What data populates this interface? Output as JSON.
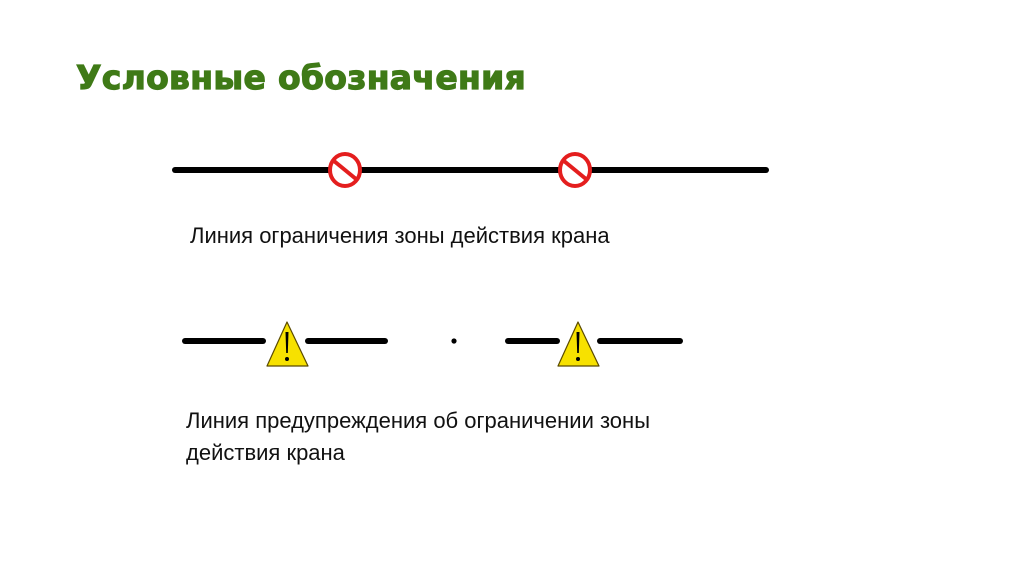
{
  "slide": {
    "title": "Условные обозначения",
    "title_color": "#3f7a17"
  },
  "legend": [
    {
      "symbol": "no-entry-line",
      "icon": "prohibition-sign-icon",
      "icon_color": "#e41e1e",
      "caption": "Линия ограничения зоны действия крана"
    },
    {
      "symbol": "warning-line",
      "icon": "warning-triangle-icon",
      "icon_color": "#f7e100",
      "caption_line1": "Линия предупреждения об ограничении зоны",
      "caption_line2": "действия крана"
    }
  ]
}
